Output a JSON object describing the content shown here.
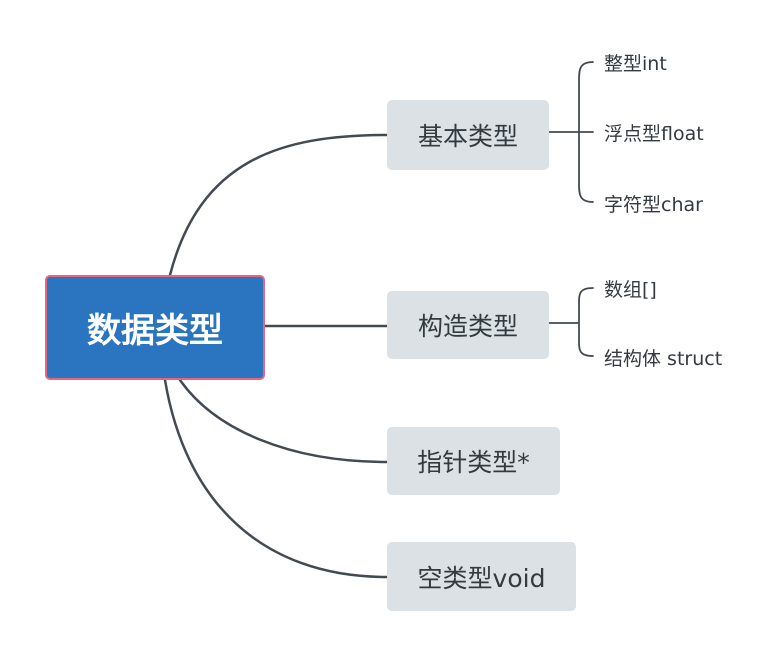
{
  "root": {
    "label": "数据类型"
  },
  "branches": [
    {
      "label": "基本类型",
      "leaves": [
        "整型int",
        "浮点型float",
        "字符型char"
      ]
    },
    {
      "label": "构造类型",
      "leaves": [
        "数组[]",
        "结构体 struct"
      ]
    },
    {
      "label": "指针类型*",
      "leaves": []
    },
    {
      "label": "空类型void",
      "leaves": []
    }
  ],
  "colors": {
    "root_fill": "#2a74c0",
    "root_border": "#e5667e",
    "branch_fill": "#dbe1e4",
    "line": "#444a52",
    "text": "#333a40"
  }
}
